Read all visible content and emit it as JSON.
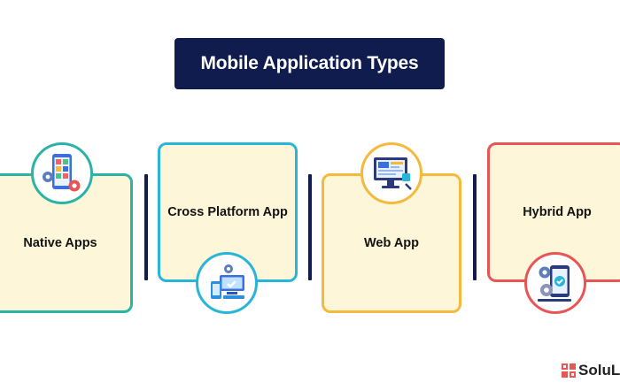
{
  "title": "Mobile Application Types",
  "cards": [
    {
      "label": "Native Apps",
      "accent": "#2bb3a5",
      "icon": "phone-apps-gear-icon"
    },
    {
      "label": "Cross Platform App",
      "accent": "#27b5d8",
      "icon": "multi-device-icon"
    },
    {
      "label": "Web App",
      "accent": "#f5b93b",
      "icon": "monitor-web-icon"
    },
    {
      "label": "Hybrid App",
      "accent": "#e85555",
      "icon": "hybrid-device-gear-icon"
    }
  ],
  "colors": {
    "navy": "#0f1c4d",
    "card_fill": "#fdf6d9"
  },
  "logo": {
    "text": "SoluL",
    "icon": "solulab-logo-icon"
  }
}
